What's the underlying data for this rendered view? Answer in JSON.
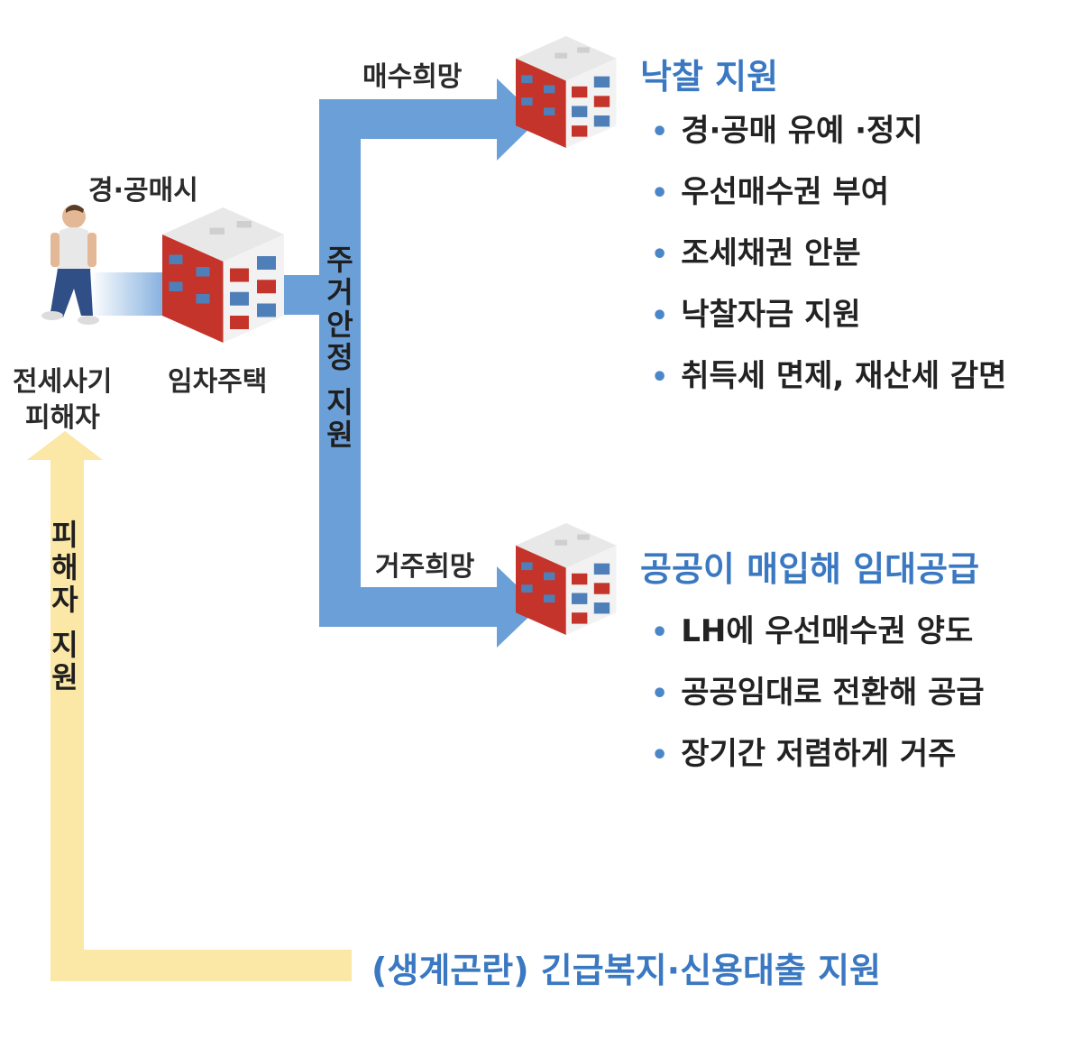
{
  "victim": {
    "situation": "경·공매시",
    "line1": "전세사기",
    "line2": "피해자"
  },
  "house_label": "임차주택",
  "middle_vertical": [
    "주",
    "거",
    "안",
    "정",
    "",
    "지",
    "원"
  ],
  "left_vertical": [
    "피",
    "해",
    "자",
    "",
    "지",
    "원"
  ],
  "branch_top": {
    "label": "매수희망",
    "title": "낙찰 지원",
    "items": [
      "경·공매 유예 ·정지",
      "우선매수권 부여",
      "조세채권 안분",
      "낙찰자금 지원",
      "취득세 면제, 재산세 감면"
    ]
  },
  "branch_bottom": {
    "label": "거주희망",
    "title": "공공이 매입해 임대공급",
    "items": [
      "LH에 우선매수권 양도",
      "공공임대로 전환해 공급",
      "장기간 저렴하게 거주"
    ]
  },
  "bottom_note": "(생계곤란) 긴급복지·신용대출 지원",
  "colors": {
    "blue_arrow": "#6b9fd8",
    "yellow_arrow": "#fbe7a6",
    "title_blue": "#3a78c2",
    "brick": "#c4342a"
  },
  "icons": [
    "person-icon",
    "apartment-building-icon"
  ]
}
